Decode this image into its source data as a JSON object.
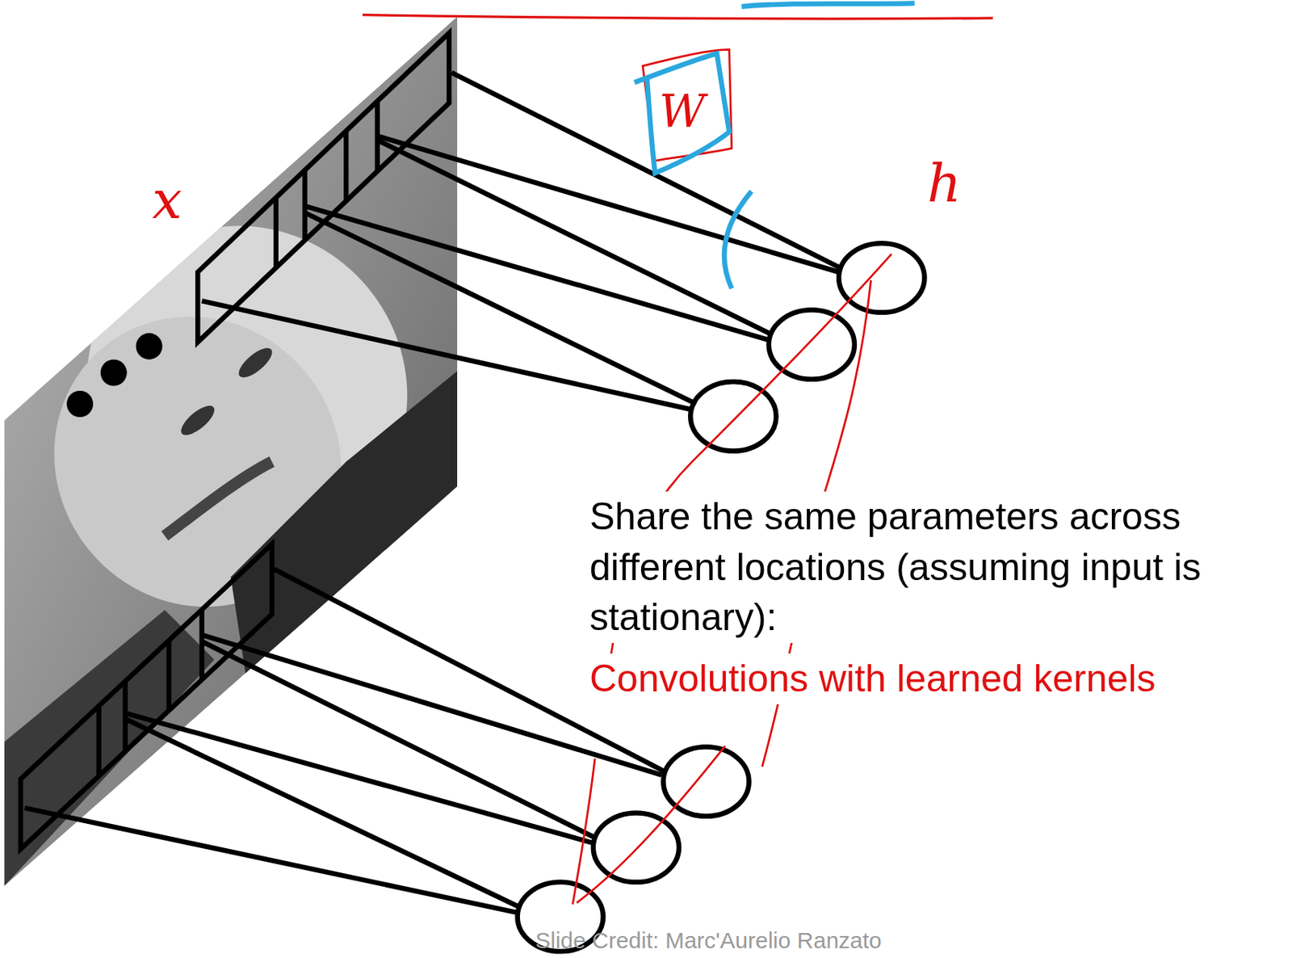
{
  "diagram": {
    "labels": [
      "x",
      "W",
      "h",
      "Share the same parameters across different locations (assuming input is stationary):",
      "Convolutions with learned kernels",
      "Slide Credit: Marc'Aurelio Ranzato"
    ]
  }
}
